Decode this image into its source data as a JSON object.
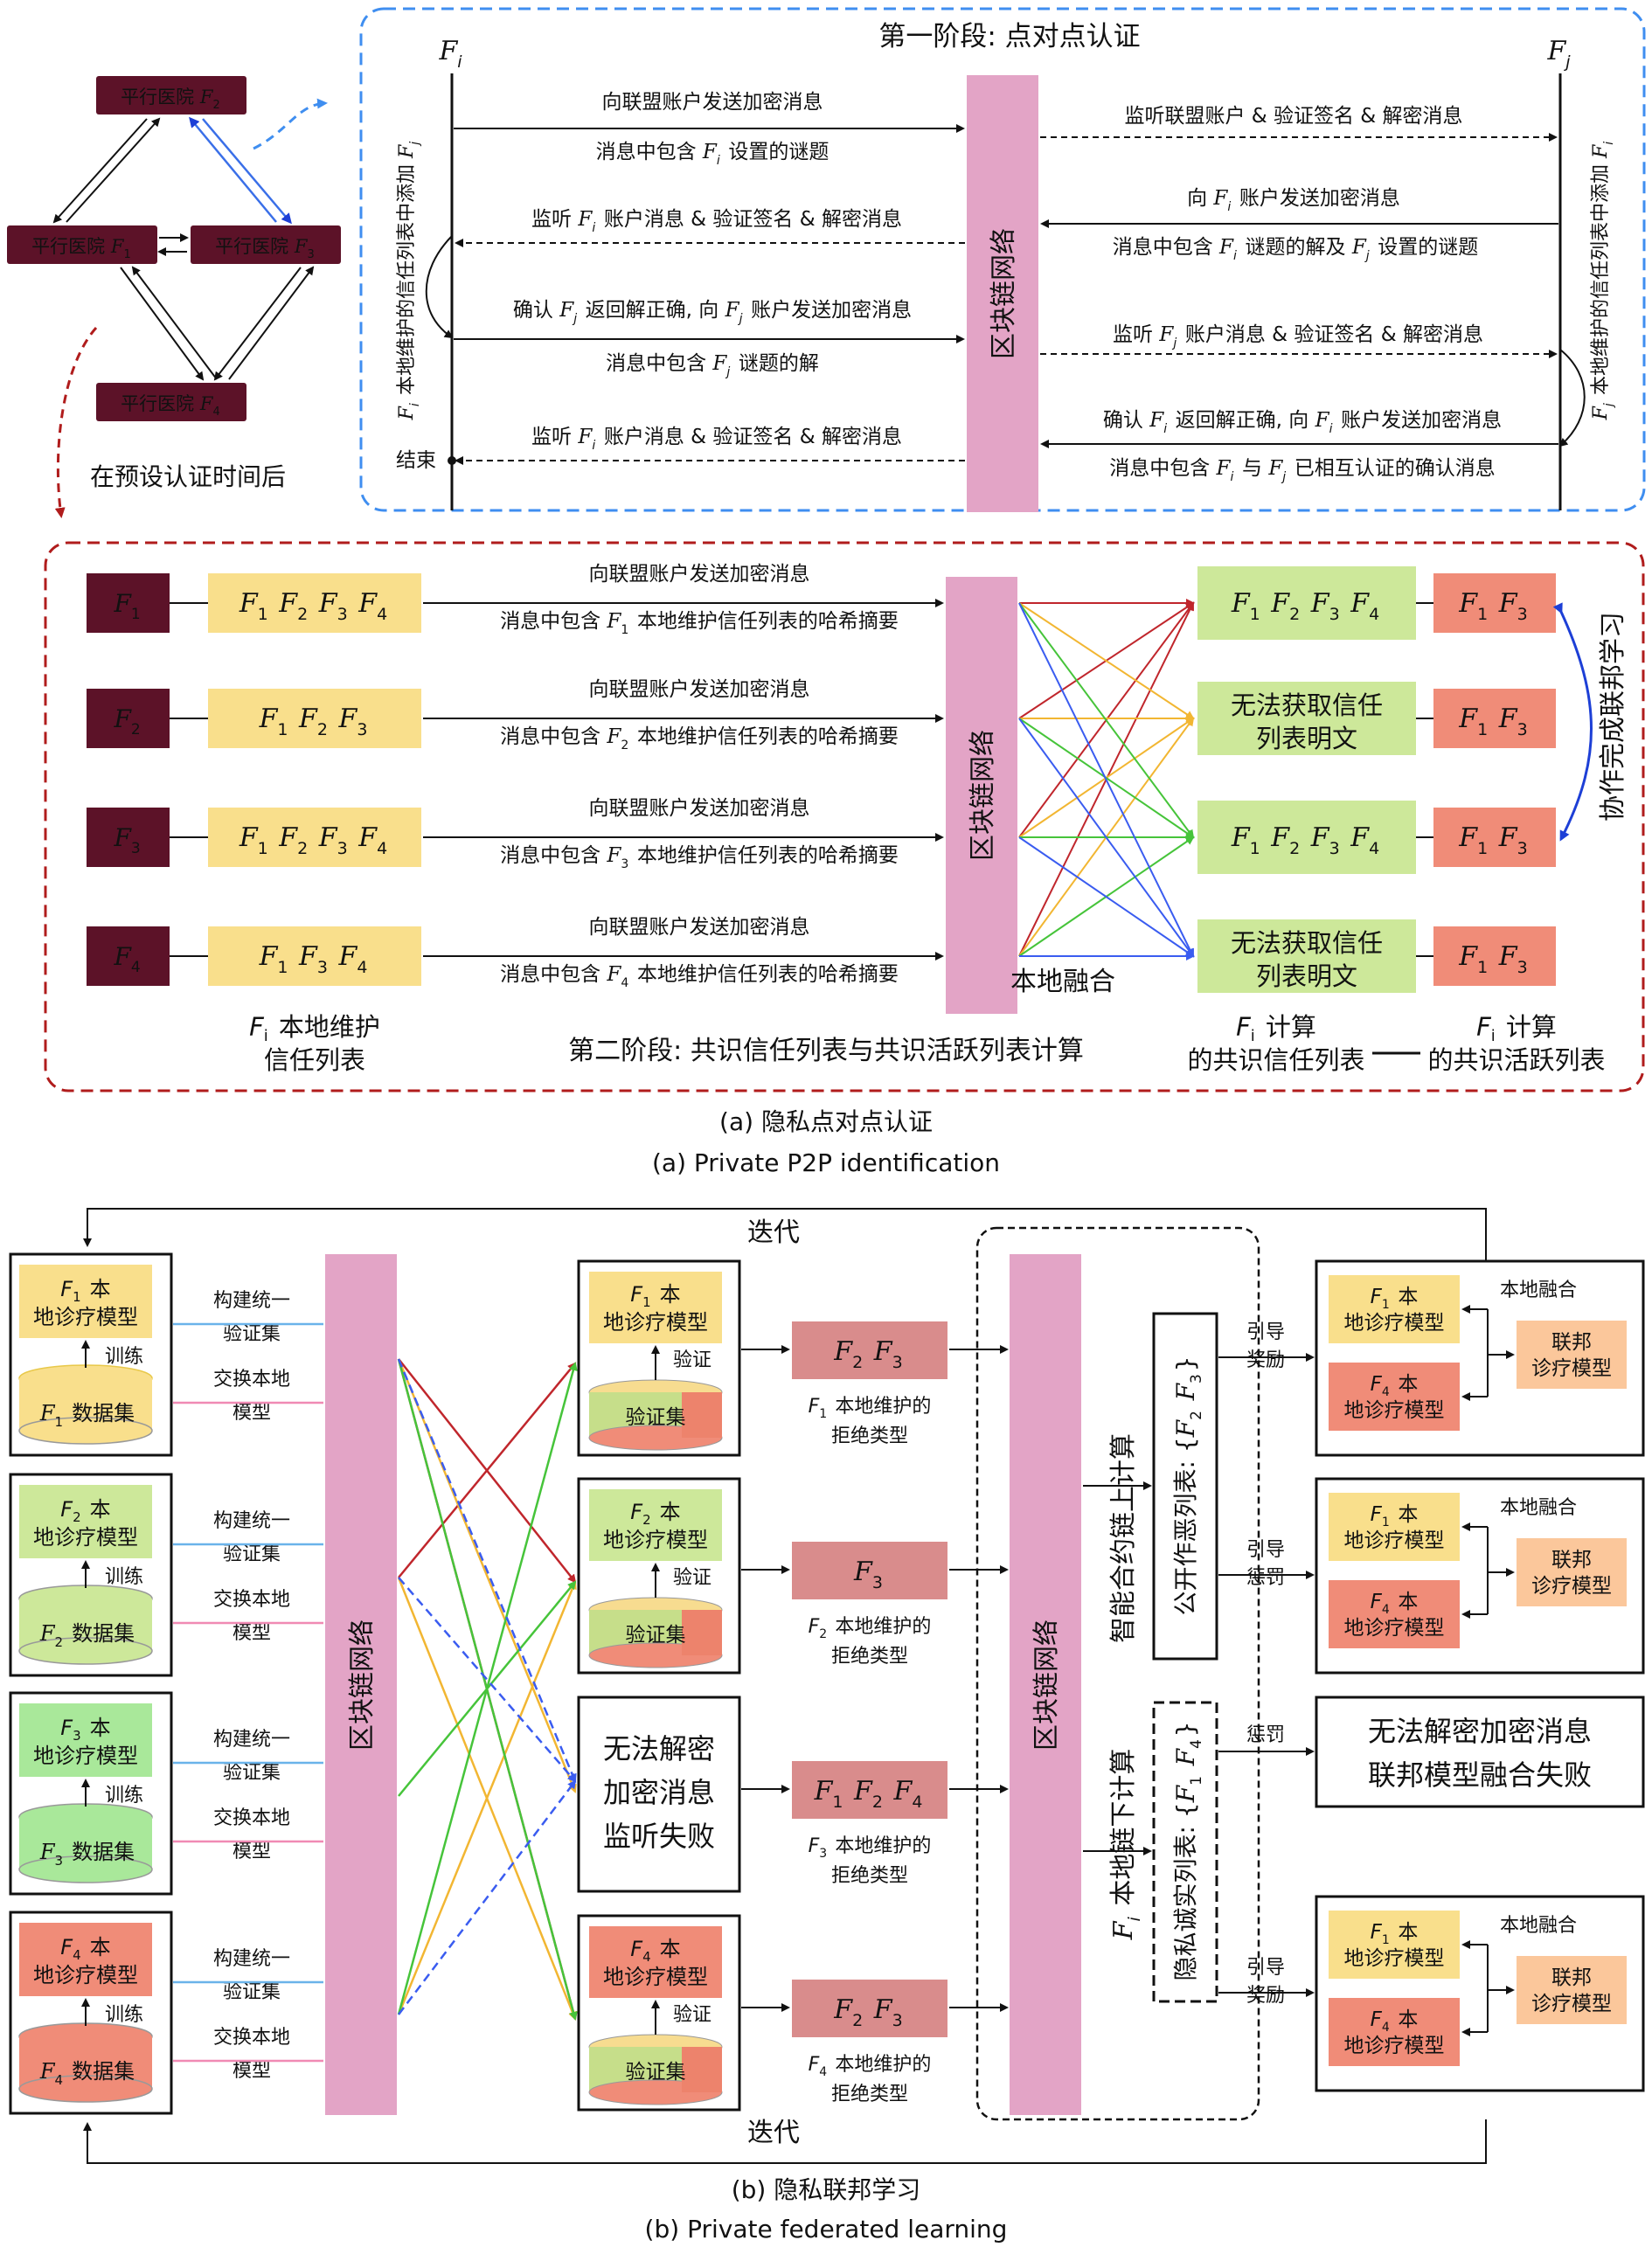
{
  "colors": {
    "hospital": "#5c1228",
    "blockchain": "#e3a4c6",
    "yellow": "#f9df8c",
    "green": "#cde89a",
    "green_bright": "#a9e89a",
    "red": "#f08c78",
    "salmon": "#f5a488",
    "pink_box": "#d98c8c",
    "blue_dash": "#3f8ef0",
    "red_dash": "#b01c1c",
    "federated": "#fbc79b"
  },
  "part_a": {
    "network": {
      "h2": "平行医院 F₂",
      "h1": "平行医院 F₁",
      "h3": "平行医院 F₃",
      "h4": "平行医院 F₄",
      "after_label": "在预设认证时间后"
    },
    "stage1": {
      "title": "第一阶段: 点对点认证",
      "fi": "Fi",
      "fj": "Fj",
      "blockchain": "区块链网络",
      "left_side": "Fi 本地维护的信任列表中添加 Fj",
      "right_side": "Fj 本地维护的信任列表中添加 Fi",
      "end": "结束",
      "msgs": [
        "向联盟账户发送加密消息",
        "消息中包含 Fi 设置的谜题",
        "监听联盟账户 & 验证签名 & 解密消息",
        "向 Fi 账户发送加密消息",
        "消息中包含 Fi 谜题的解及 Fj 设置的谜题",
        "监听 Fi 账户消息 & 验证签名 & 解密消息",
        "确认 Fj 返回解正确, 向 Fj 账户发送加密消息",
        "消息中包含 Fj 谜题的解",
        "监听 Fj 账户消息 & 验证签名 & 解密消息",
        "确认 Fi 返回解正确, 向 Fi 账户发送加密消息",
        "消息中包含 Fi 与 Fj 已相互认证的确认消息",
        "监听 Fi 账户消息 & 验证签名 & 解密消息"
      ]
    },
    "stage2": {
      "title": "第二阶段: 共识信任列表与共识活跃列表计算",
      "blockchain": "区块链网络",
      "local_fusion": "本地融合",
      "cooperate": "协作完成联邦学习",
      "send": "向联盟账户发送加密消息",
      "rows": [
        {
          "node": "F1",
          "list": "F1 F2 F3 F4",
          "msg": "消息中包含 F1 本地维护信任列表的哈希摘要",
          "consensus": "F1 F2 F3 F4",
          "active": "F1 F3"
        },
        {
          "node": "F2",
          "list": "F1 F2 F3",
          "msg": "消息中包含 F2 本地维护信任列表的哈希摘要",
          "consensus": "无法获取信任列表明文",
          "active": "F1 F3"
        },
        {
          "node": "F3",
          "list": "F1 F2 F3 F4",
          "msg": "消息中包含 F3 本地维护信任列表的哈希摘要",
          "consensus": "F1 F2 F3 F4",
          "active": "F1 F3"
        },
        {
          "node": "F4",
          "list": "F1 F3 F4",
          "msg": "消息中包含 F4 本地维护信任列表的哈希摘要",
          "consensus": "无法获取信任列表明文",
          "active": "F1 F3"
        }
      ],
      "caption_local": "Fi 本地维护信任列表",
      "caption_consensus": "Fi 计算的共识信任列表",
      "caption_active": "Fi 计算的共识活跃列表"
    },
    "caption_cn": "(a) 隐私点对点认证",
    "caption_en": "(a) Private P2P identification"
  },
  "part_b": {
    "iterate_top": "迭代",
    "iterate_bottom": "迭代",
    "blockchain_left": "区块链网络",
    "blockchain_right": "区块链网络",
    "nodes": [
      {
        "model": "F1 本地诊疗模型",
        "dataset": "F1 数据集",
        "train": "训练"
      },
      {
        "model": "F2 本地诊疗模型",
        "dataset": "F2 数据集",
        "train": "训练"
      },
      {
        "model": "F3 本地诊疗模型",
        "dataset": "F3 数据集",
        "train": "训练"
      },
      {
        "model": "F4 本地诊疗模型",
        "dataset": "F4 数据集",
        "train": "训练"
      }
    ],
    "build_val": "构建统一验证集",
    "exchange": "交换本地模型",
    "verify": "验证",
    "val_set": "验证集",
    "fail_box": "无法解密加密消息监听失败",
    "reject": [
      {
        "list": "F2 F3",
        "label": "F1 本地维护的拒绝类型"
      },
      {
        "list": "F3",
        "label": "F2 本地维护的拒绝类型"
      },
      {
        "list": "F1 F2 F4",
        "label": "F3 本地维护的拒绝类型"
      },
      {
        "list": "F2 F3",
        "label": "F4 本地维护的拒绝类型"
      }
    ],
    "onchain": "智能合约链上计算",
    "offchain": "Fi 本地链下计算",
    "public_list": "公开作恶列表: {F2 F3}",
    "private_list": "隐私诚实列表: {F1 F4}",
    "outcomes": [
      {
        "action": "引导奖励",
        "m1": "F1 本地诊疗模型",
        "m4": "F4 本地诊疗模型",
        "fusion": "本地融合",
        "fed": "联邦诊疗模型"
      },
      {
        "action": "引导惩罚",
        "m1": "F1 本地诊疗模型",
        "m4": "F4 本地诊疗模型",
        "fusion": "本地融合",
        "fed": "联邦诊疗模型"
      },
      {
        "action": "惩罚",
        "fail": "无法解密加密消息联邦模型融合失败"
      },
      {
        "action": "引导奖励",
        "m1": "F1 本地诊疗模型",
        "m4": "F4 本地诊疗模型",
        "fusion": "本地融合",
        "fed": "联邦诊疗模型"
      }
    ],
    "caption_cn": "(b) 隐私联邦学习",
    "caption_en": "(b) Private federated learning"
  }
}
